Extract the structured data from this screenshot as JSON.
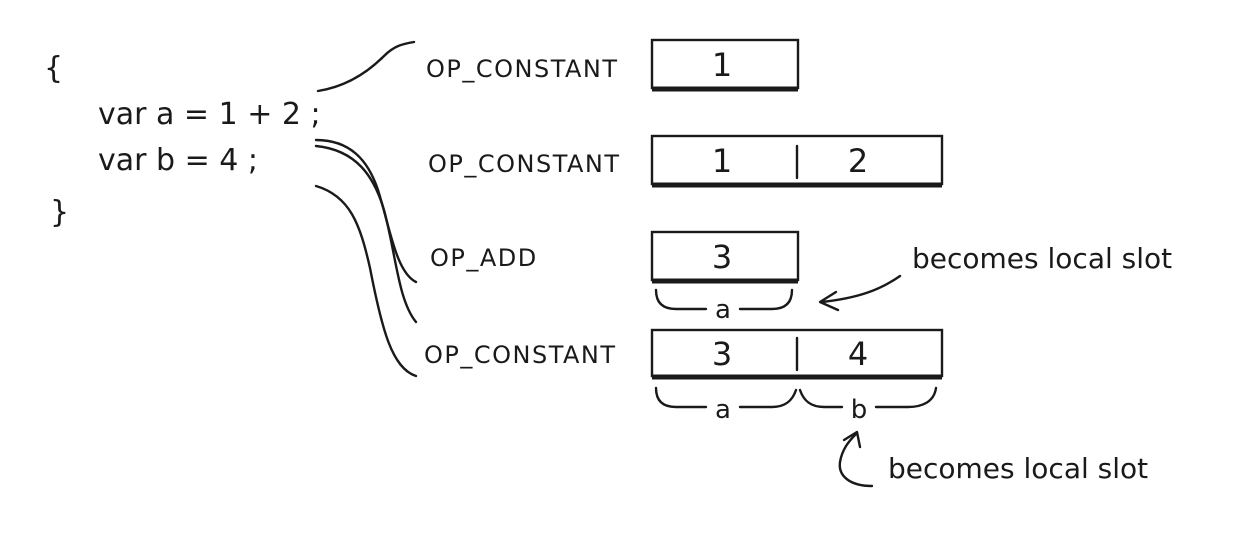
{
  "code": {
    "open_brace": "{",
    "line1": "var a = 1 + 2 ;",
    "line2": "var b = 4 ;",
    "close_brace": "}"
  },
  "instructions": [
    {
      "op": "OP_CONSTANT",
      "stack": [
        "1"
      ]
    },
    {
      "op": "OP_CONSTANT",
      "stack": [
        "1",
        "2"
      ]
    },
    {
      "op": "OP_ADD",
      "stack": [
        "3"
      ]
    },
    {
      "op": "OP_CONSTANT",
      "stack": [
        "3",
        "4"
      ]
    }
  ],
  "slot_labels": {
    "add_a": "a",
    "const_a": "a",
    "const_b": "b"
  },
  "annotations": {
    "upper": "becomes local slot",
    "lower": "becomes local slot"
  }
}
